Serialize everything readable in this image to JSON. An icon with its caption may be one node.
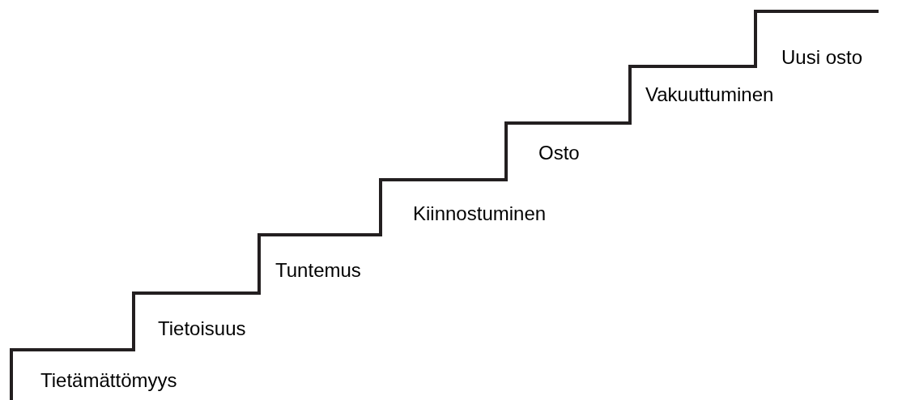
{
  "diagram": {
    "labels": [
      "Tietämättömyys",
      "Tietoisuus",
      "Tuntemus",
      "Kiinnostuminen",
      "Osto",
      "Vakuuttuminen",
      "Uusi osto"
    ]
  }
}
